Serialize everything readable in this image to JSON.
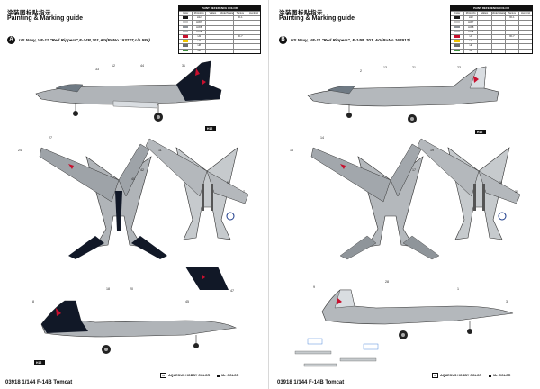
{
  "pages": [
    {
      "cn_title": "涂装图标贴指示",
      "en_title": "Painting & Marking guide",
      "scheme_letter": "A",
      "scheme_title": "US Navy, VF-11 \"Red Rippers\",F-14B,201,AG(BuNo.163227,c/n 586)",
      "footer": "03918 1/144 F-14B Tomcat"
    },
    {
      "cn_title": "涂装图标贴指示",
      "en_title": "Painting & Marking guide",
      "scheme_letter": "B",
      "scheme_title": "US Navy, VF-11 \"Red Rippers\", F-14B, 201, AG(BuNo.162912)",
      "footer": "03918 1/144 F-14B Tomcat"
    }
  ],
  "reference_table": {
    "title": "PAINT REFERENCE COLOR",
    "headers": [
      "Color",
      "Mr.Hobby",
      "Vallejo",
      "Model Master",
      "Tamiya",
      "Humbrol"
    ],
    "rows": [
      {
        "swatch": "#1a1a1a",
        "cells": [
          "",
          "H12",
          "",
          "",
          "XF-1",
          ""
        ]
      },
      {
        "swatch": "#c9c9c9",
        "cells": [
          "",
          "H307",
          "",
          "",
          "",
          ""
        ]
      },
      {
        "swatch": "#8f959a",
        "cells": [
          "",
          "H308",
          "",
          "",
          "",
          ""
        ]
      },
      {
        "swatch": "#b8bcc0",
        "cells": [
          "",
          "H315",
          "",
          "",
          "",
          ""
        ]
      },
      {
        "swatch": "#c8102e",
        "cells": [
          "",
          "H3",
          "",
          "",
          "XF-7",
          ""
        ]
      },
      {
        "swatch": "#f2c400",
        "cells": [
          "",
          "H4",
          "",
          "",
          "",
          ""
        ]
      },
      {
        "swatch": "#6e6e6e",
        "cells": [
          "",
          "H8",
          "",
          "",
          "",
          ""
        ]
      },
      {
        "swatch": "#3f8f3f",
        "cells": [
          "",
          "H6",
          "",
          "",
          "",
          ""
        ]
      }
    ]
  },
  "legend": {
    "box_label": "H",
    "aqueous": "AQUEOUS HOBBY COLOR",
    "mr_color": "Mr. COLOR"
  },
  "callouts": [
    "33",
    "12",
    "44",
    "31",
    "27",
    "24",
    "42",
    "40",
    "11",
    "5",
    "7",
    "8",
    "18",
    "20",
    "45",
    "47",
    "2",
    "13",
    "21",
    "23",
    "14",
    "16",
    "17",
    "19",
    "26",
    "30",
    "9",
    "28",
    "1",
    "3"
  ],
  "colors": {
    "navy_dark": "#111827",
    "red_accent": "#c8102e",
    "gear_gray": "#9aa0a6",
    "belly_light": "#d9dde1"
  }
}
